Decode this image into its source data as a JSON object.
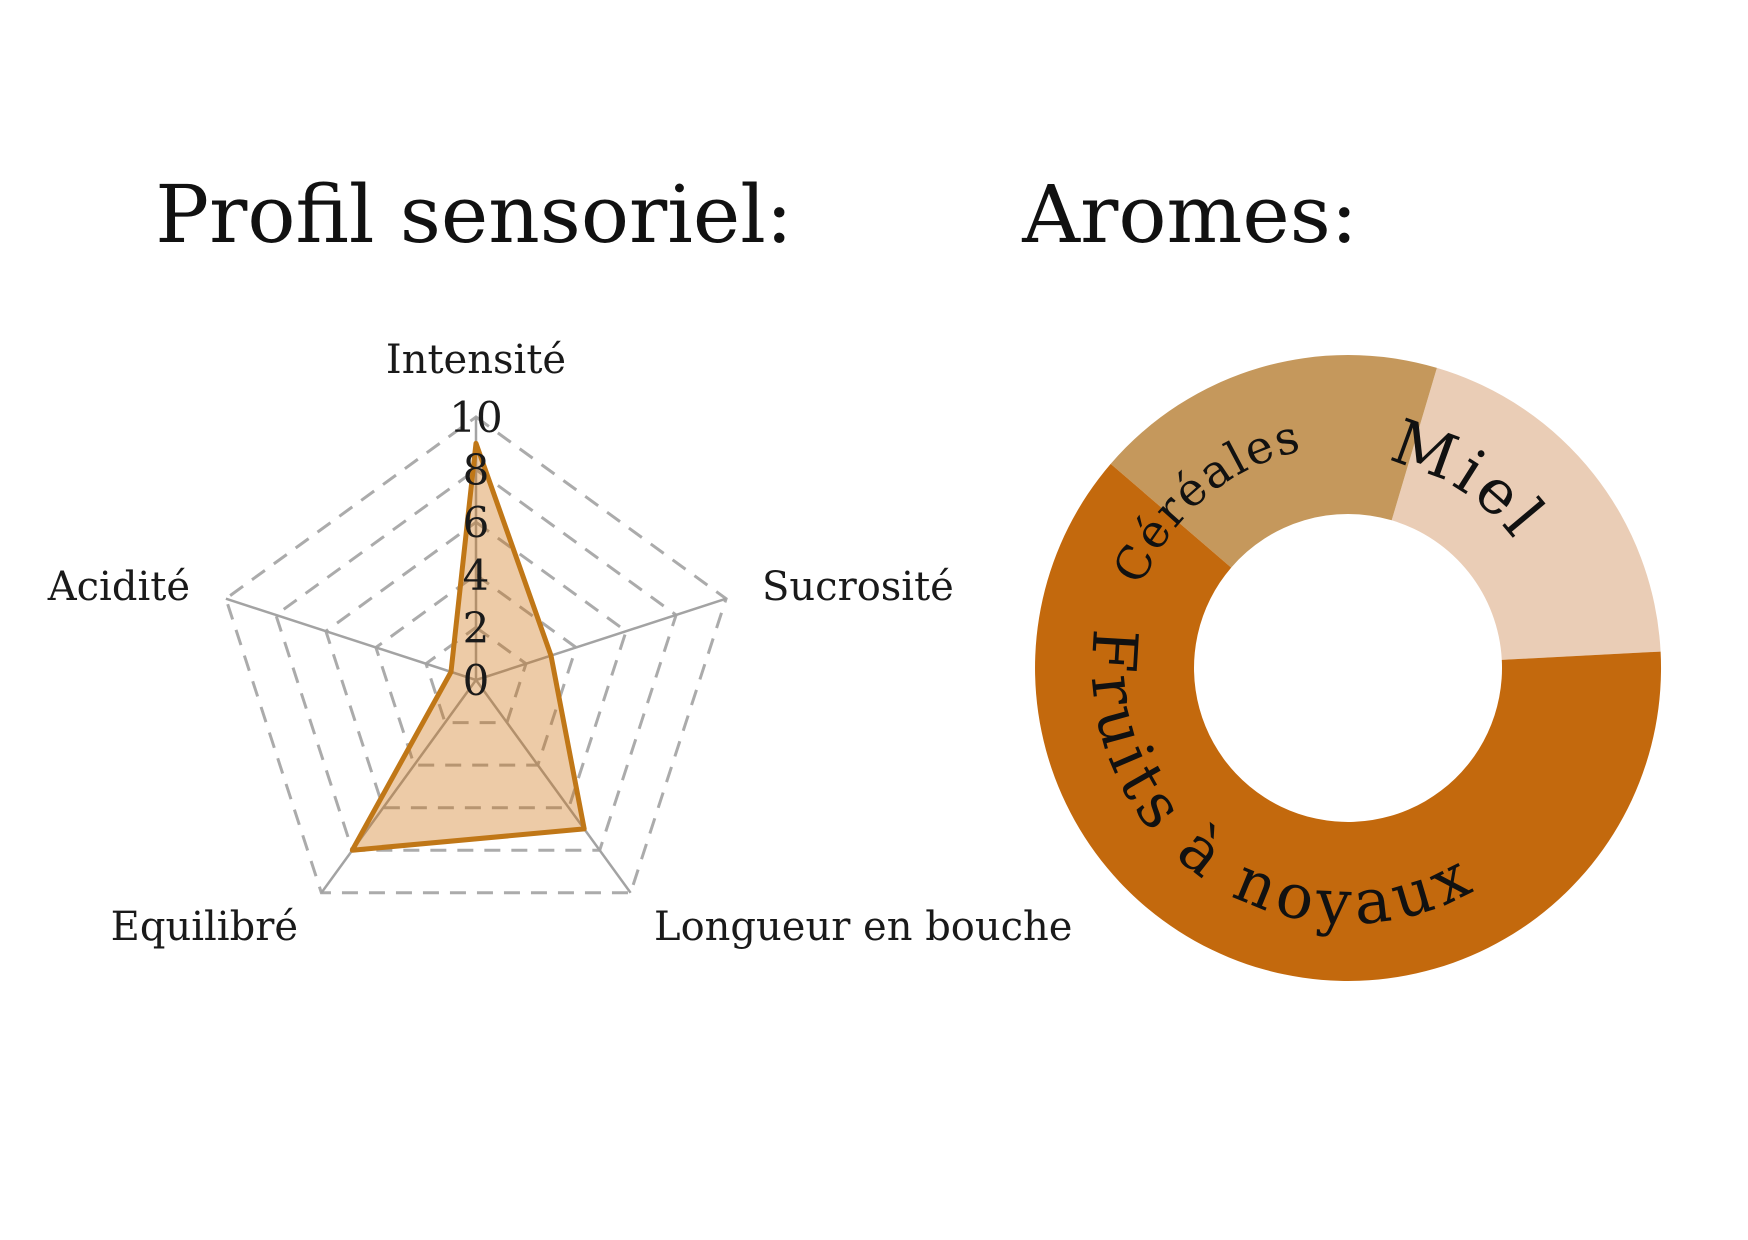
{
  "titles": {
    "left": "Profil sensoriel:",
    "right": "Aromes:"
  },
  "chart_data": [
    {
      "type": "radar",
      "title": "Profil sensoriel:",
      "categories": [
        "Intensité",
        "Sucrosité",
        "Longueur en bouche",
        "Equilibré",
        "Acidité"
      ],
      "values": [
        9,
        3,
        7,
        8,
        1
      ],
      "scale_min": 0,
      "scale_max": 10,
      "scale_ticks": [
        0,
        2,
        4,
        6,
        8,
        10
      ],
      "grid": "dashed-pentagon-rings-with-solid-radial-axes",
      "colors": {
        "outline": "#C07717",
        "fill": "rgba(205,110,10,0.36)",
        "grid_dashed": "#ABABAB",
        "axis_solid": "#A3A3A3",
        "text": "#1A1A1A"
      }
    },
    {
      "type": "donut",
      "title": "Aromes:",
      "legend_position": "labels-curved-inside-ring",
      "segments": [
        {
          "label": "Miel",
          "start_deg": 3,
          "end_deg": 73.5,
          "arc_deg": 70.5,
          "percent": 19.6,
          "color": "#EACDB6"
        },
        {
          "label": "Céréales",
          "start_deg": 73.5,
          "end_deg": 139.3,
          "arc_deg": 65.8,
          "percent": 18.3,
          "color": "#C5985C"
        },
        {
          "label": "Fruits à noyaux",
          "start_deg": 139.3,
          "end_deg": 363,
          "arc_deg": 223.7,
          "percent": 62.1,
          "color": "#C3690D"
        }
      ],
      "label_color": "#111111"
    }
  ]
}
